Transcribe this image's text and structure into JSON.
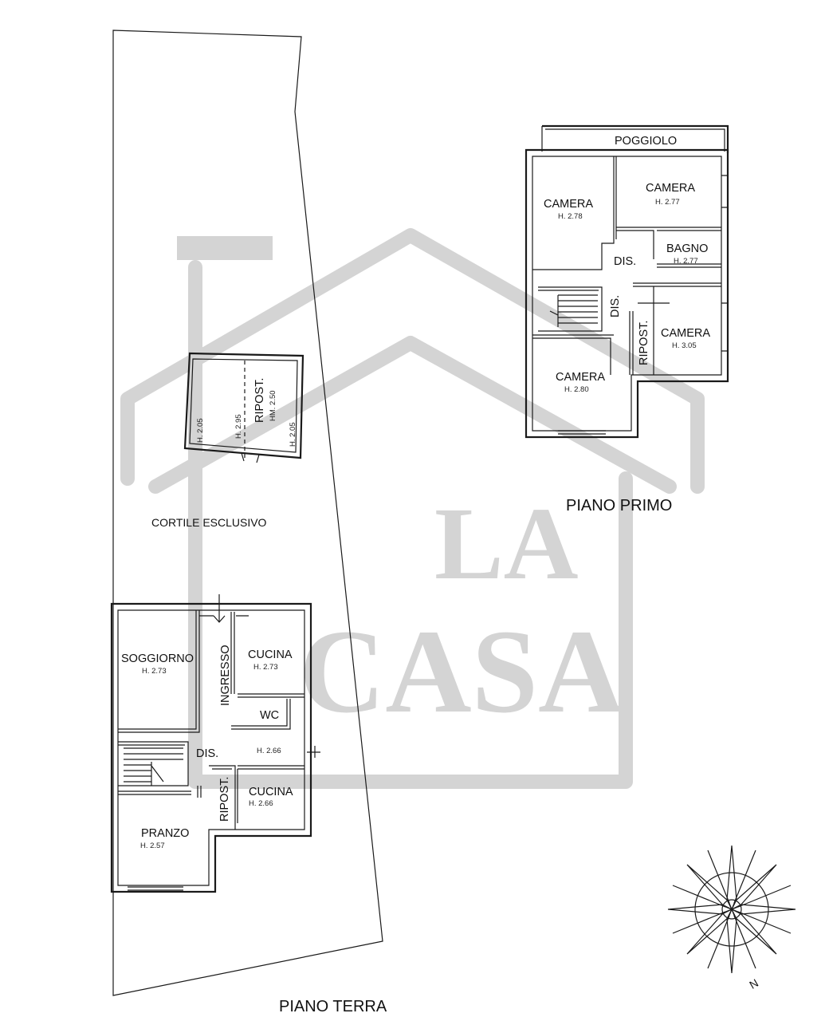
{
  "watermark": {
    "line1": "LA",
    "line2": "CASA",
    "color": "#d4d4d4"
  },
  "floors": {
    "ground": {
      "title": "PIANO TERRA",
      "courtyard": "CORTILE ESCLUSIVO",
      "rooms": {
        "soggiorno": {
          "name": "SOGGIORNO",
          "height": "H. 2.73"
        },
        "ingresso": {
          "name": "INGRESSO"
        },
        "cucina1": {
          "name": "CUCINA",
          "height": "H. 2.73"
        },
        "wc": {
          "name": "WC"
        },
        "dis": {
          "name": "DIS.",
          "height": "H. 2.66"
        },
        "ripost": {
          "name": "RIPOST."
        },
        "cucina2": {
          "name": "CUCINA",
          "height": "H. 2.66"
        },
        "pranzo": {
          "name": "PRANZO",
          "height": "H. 2.57"
        }
      },
      "storage": {
        "name": "RIPOST.",
        "height": "HM. 2.50",
        "h_left": "H. 2.05",
        "h_mid": "H. 2.95",
        "h_right": "H. 2.05"
      }
    },
    "first": {
      "title": "PIANO PRIMO",
      "rooms": {
        "poggiolo": {
          "name": "POGGIOLO"
        },
        "camera1": {
          "name": "CAMERA",
          "height": "H. 2.78"
        },
        "camera2": {
          "name": "CAMERA",
          "height": "H. 2.77"
        },
        "bagno": {
          "name": "BAGNO",
          "height": "H. 2.77"
        },
        "dis1": {
          "name": "DIS."
        },
        "dis2": {
          "name": "DIS."
        },
        "ripost": {
          "name": "RIPOST."
        },
        "camera3": {
          "name": "CAMERA",
          "height": "H. 3.05"
        },
        "camera4": {
          "name": "CAMERA",
          "height": "H. 2.80"
        }
      }
    }
  },
  "compass": {
    "north": "N"
  }
}
